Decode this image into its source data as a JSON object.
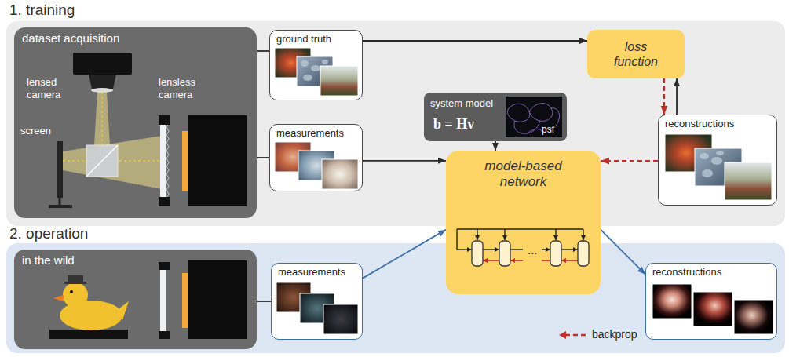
{
  "diagram": {
    "nodes": [
      {
        "text": [
          "1. training"
        ]
      },
      {
        "text": [
          "dataset acquisition"
        ],
        "in": 0
      },
      {
        "text": [
          "ground truth"
        ],
        "in": 0
      },
      {
        "text": [
          "measurements"
        ],
        "in": 0
      },
      {
        "text": [
          "system model",
          "b = Hv"
        ],
        "in": 0
      },
      {
        "text": [
          "loss function"
        ],
        "in": 0
      },
      {
        "text": [
          "reconstructions"
        ],
        "in": 0
      },
      {
        "text": [
          "model-based network"
        ]
      },
      {
        "text": [
          "2. operation"
        ]
      },
      {
        "text": [
          "in the wild"
        ],
        "in": 8
      },
      {
        "text": [
          "measurements"
        ],
        "in": 8
      },
      {
        "text": [
          "reconstructions"
        ],
        "in": 8
      }
    ],
    "edges": [
      {
        "from": 1,
        "to": 2,
        "arrow": "none"
      },
      {
        "from": 1,
        "to": 3,
        "arrow": "none"
      },
      {
        "from": 2,
        "to": 5,
        "arrow": "to"
      },
      {
        "from": 3,
        "to": 7,
        "arrow": "to"
      },
      {
        "from": 4,
        "to": 7,
        "arrow": "to"
      },
      {
        "from": 6,
        "to": 5,
        "arrow": "to"
      },
      {
        "from": 5,
        "to": 6,
        "arrow": "to"
      },
      {
        "from": 6,
        "to": 7,
        "arrow": "to"
      },
      {
        "from": 9,
        "to": 10,
        "arrow": "none"
      },
      {
        "from": 10,
        "to": 7,
        "arrow": "to"
      },
      {
        "from": 7,
        "to": 11,
        "arrow": "to"
      }
    ],
    "labels": [
      "lensed camera",
      "lensless camera",
      "screen",
      "psf",
      "..."
    ],
    "legend": [
      {
        "text": "backprop"
      }
    ]
  }
}
